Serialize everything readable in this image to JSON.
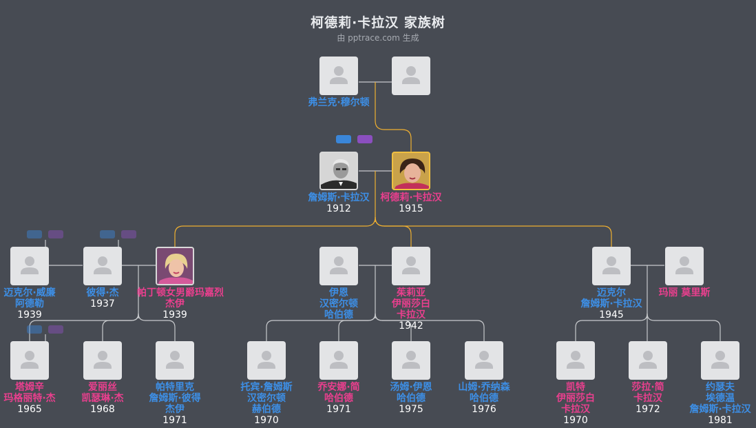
{
  "header": {
    "title": "柯德莉·卡拉汉 家族树",
    "subtitle": "由 pptrace.com 生成"
  },
  "people": [
    {
      "id": "p1",
      "gender": "m",
      "name": [
        "弗兰克·穆尔顿"
      ],
      "year": "",
      "photo": "none"
    },
    {
      "id": "p2",
      "gender": "f",
      "name": [],
      "year": "",
      "photo": "none"
    },
    {
      "id": "p3",
      "gender": "m",
      "name": [
        "詹姆斯·卡拉汉"
      ],
      "year": "1912",
      "photo": "man-photo"
    },
    {
      "id": "p4",
      "gender": "f",
      "name": [
        "柯德莉·卡拉汉"
      ],
      "year": "1915",
      "photo": "woman-photo",
      "highlight": true
    },
    {
      "id": "p5",
      "gender": "m",
      "name": [
        "迈克尔·威廉",
        "阿德勒"
      ],
      "year": "1939",
      "photo": "none"
    },
    {
      "id": "p6",
      "gender": "m",
      "name": [
        "彼得·杰"
      ],
      "year": "1937",
      "photo": "none"
    },
    {
      "id": "p7",
      "gender": "f",
      "name": [
        "帕丁顿女男爵玛嘉烈",
        "杰伊"
      ],
      "year": "1939",
      "photo": "woman-photo-2"
    },
    {
      "id": "p8",
      "gender": "m",
      "name": [
        "伊恩",
        "汉密尔顿",
        "哈伯德"
      ],
      "year": "",
      "photo": "none"
    },
    {
      "id": "p9",
      "gender": "f",
      "name": [
        "茱莉亚",
        "伊丽莎白",
        "卡拉汉"
      ],
      "year": "1942",
      "photo": "none"
    },
    {
      "id": "p10",
      "gender": "m",
      "name": [
        "迈克尔",
        "詹姆斯·卡拉汉"
      ],
      "year": "1945",
      "photo": "none"
    },
    {
      "id": "p11",
      "gender": "f",
      "name": [
        "玛丽 莫里斯"
      ],
      "year": "",
      "photo": "none"
    },
    {
      "id": "c1",
      "gender": "f",
      "name": [
        "塔姆辛",
        "玛格丽特·杰"
      ],
      "year": "1965",
      "photo": "none"
    },
    {
      "id": "c2",
      "gender": "f",
      "name": [
        "爱丽丝",
        "凯瑟琳·杰"
      ],
      "year": "1968",
      "photo": "none"
    },
    {
      "id": "c3",
      "gender": "m",
      "name": [
        "帕特里克",
        "詹姆斯·彼得",
        "杰伊"
      ],
      "year": "1971",
      "photo": "none"
    },
    {
      "id": "c4",
      "gender": "m",
      "name": [
        "托宾·詹姆斯",
        "汉密尔顿",
        "赫伯德"
      ],
      "year": "1970",
      "photo": "none"
    },
    {
      "id": "c5",
      "gender": "f",
      "name": [
        "乔安娜·简",
        "哈伯德"
      ],
      "year": "1971",
      "photo": "none"
    },
    {
      "id": "c6",
      "gender": "m",
      "name": [
        "汤姆·伊恩",
        "哈伯德"
      ],
      "year": "1975",
      "photo": "none"
    },
    {
      "id": "c7",
      "gender": "m",
      "name": [
        "山姆·乔纳森",
        "哈伯德"
      ],
      "year": "1976",
      "photo": "none"
    },
    {
      "id": "c8",
      "gender": "f",
      "name": [
        "凯特",
        "伊丽莎白",
        "卡拉汉"
      ],
      "year": "1970",
      "photo": "none"
    },
    {
      "id": "c9",
      "gender": "f",
      "name": [
        "莎拉·简",
        "卡拉汉"
      ],
      "year": "1972",
      "photo": "none"
    },
    {
      "id": "c10",
      "gender": "m",
      "name": [
        "约瑟夫",
        "埃德温",
        "詹姆斯·卡拉汉"
      ],
      "year": "1981",
      "photo": "none"
    }
  ],
  "colors": {
    "background": "#474b53",
    "male": "#3d8fe6",
    "female": "#ea3f8e",
    "highlight_line": "#f0b030",
    "line": "#c8cacd"
  }
}
